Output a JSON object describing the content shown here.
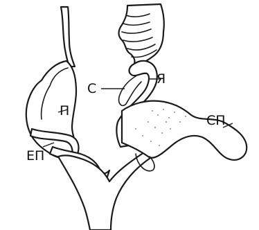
{
  "labels": {
    "p": "П",
    "ep": "ЕП",
    "s": "С",
    "ya": "Я",
    "sp": "СП"
  }
}
